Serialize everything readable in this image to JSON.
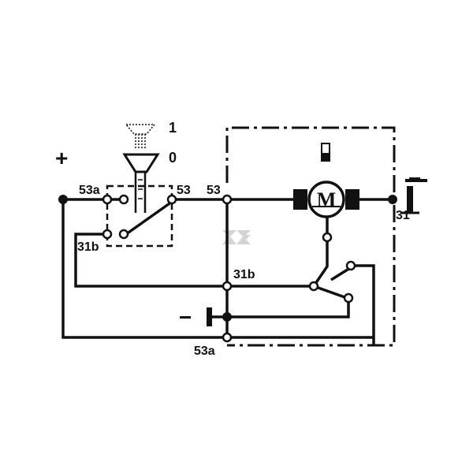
{
  "labels": {
    "plus": "+",
    "minus_right": "−",
    "minus_left": "−",
    "motor_letter": "M",
    "switch_pos_1": "1",
    "switch_pos_0": "0",
    "t53a_top": "53a",
    "t53_switch": "53",
    "t53_main": "53",
    "t31b_switch": "31b",
    "t31b_mid": "31b",
    "t31": "31",
    "t53a_bottom": "53a"
  },
  "colors": {
    "ink": "#111111",
    "background": "#ffffff",
    "watermark": "#d4d4d4"
  },
  "icons": {
    "motor": "motor-symbol",
    "switch_knob": "push-switch-knob",
    "ground": "ground-terminal",
    "watermark": "brand-watermark"
  }
}
